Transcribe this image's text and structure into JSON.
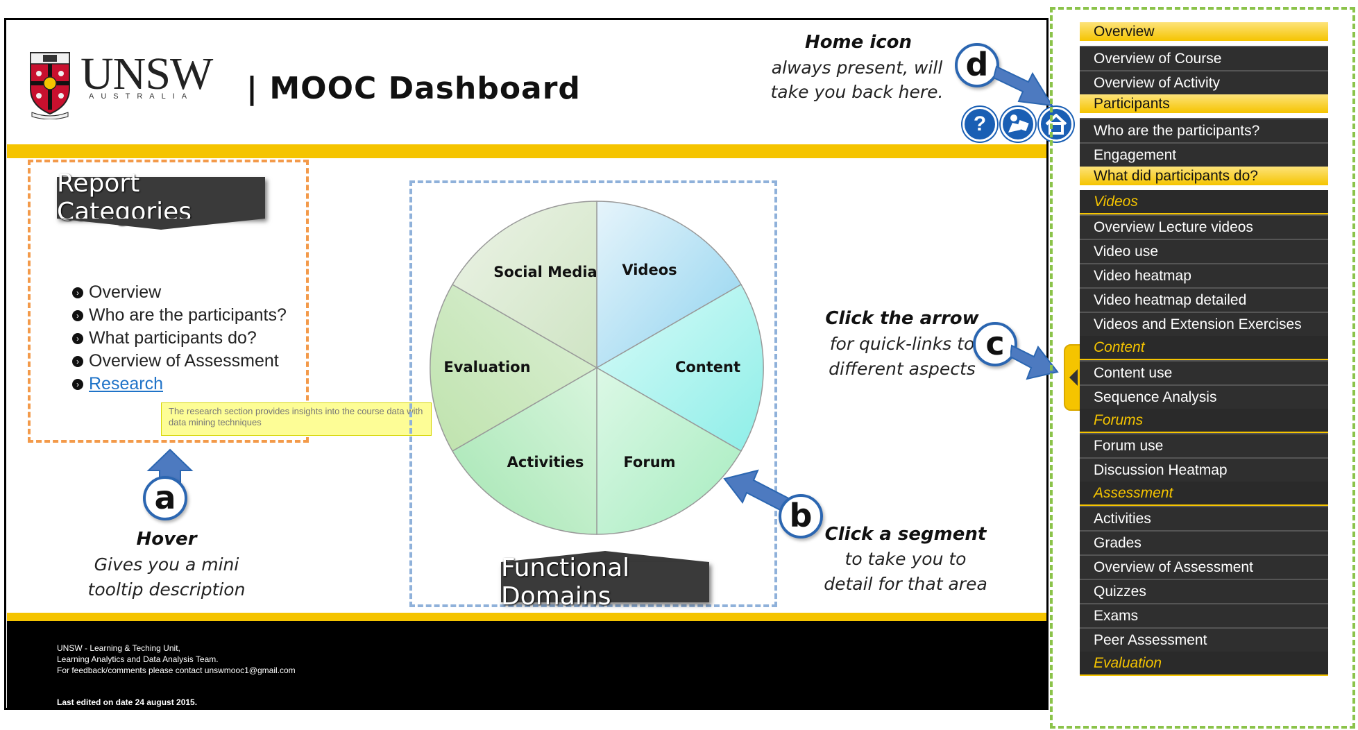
{
  "header": {
    "logo_word": "UNSW",
    "logo_sub": "AUSTRALIA",
    "title": "| MOOC Dashboard"
  },
  "report_categories": {
    "banner": "Report Categories",
    "items": [
      "Overview",
      "Who are the participants?",
      "What participants do?",
      "Overview of Assessment",
      "Research"
    ],
    "tooltip": "The research section provides insights into the course data with data mining techniques"
  },
  "functional_domains": {
    "banner": "Functional Domains",
    "segments": [
      "Social Media",
      "Videos",
      "Content",
      "Forum",
      "Activities",
      "Evaluation"
    ]
  },
  "callouts": {
    "a": {
      "letter": "a",
      "title": "Hover",
      "line1": "Gives you a mini",
      "line2": "tooltip description"
    },
    "b": {
      "letter": "b",
      "title": "Click a segment",
      "line1": "to take you to",
      "line2": "detail for that area"
    },
    "c": {
      "letter": "c",
      "title": "Click the arrow",
      "line1": "for quick-links to",
      "line2": "different aspects"
    },
    "d": {
      "letter": "d",
      "title": "Home icon",
      "line1": "always present, will",
      "line2": "take you back here."
    }
  },
  "header_icons": [
    "help-icon",
    "user-guide-icon",
    "home-icon"
  ],
  "footer": {
    "line1": "UNSW - Learning & Teching Unit,",
    "line2": "Learning Analytics and Data Analysis Team.",
    "line3": "For feedback/comments please contact unswmooc1@gmail.com",
    "edited": "Last edited on date 24 august 2015."
  },
  "side_menu": [
    {
      "type": "section",
      "label": "Overview"
    },
    {
      "type": "item",
      "label": "Overview of Course"
    },
    {
      "type": "item",
      "label": "Overview of Activity"
    },
    {
      "type": "section",
      "label": "Participants"
    },
    {
      "type": "item",
      "label": "Who are the participants?"
    },
    {
      "type": "item",
      "label": "Engagement"
    },
    {
      "type": "section",
      "label": "What did participants do?"
    },
    {
      "type": "sub",
      "label": "Videos"
    },
    {
      "type": "item",
      "label": "Overview Lecture videos"
    },
    {
      "type": "item",
      "label": "Video use"
    },
    {
      "type": "item",
      "label": "Video heatmap"
    },
    {
      "type": "item",
      "label": "Video heatmap detailed"
    },
    {
      "type": "item",
      "label": "Videos and Extension Exercises"
    },
    {
      "type": "sub",
      "label": "Content"
    },
    {
      "type": "item",
      "label": "Content use"
    },
    {
      "type": "item",
      "label": "Sequence Analysis"
    },
    {
      "type": "sub",
      "label": "Forums"
    },
    {
      "type": "item",
      "label": "Forum use"
    },
    {
      "type": "item",
      "label": "Discussion Heatmap"
    },
    {
      "type": "sub",
      "label": "Assessment"
    },
    {
      "type": "item",
      "label": "Activities"
    },
    {
      "type": "item",
      "label": "Grades"
    },
    {
      "type": "item",
      "label": "Overview of Assessment"
    },
    {
      "type": "item",
      "label": "Quizzes"
    },
    {
      "type": "item",
      "label": "Exams"
    },
    {
      "type": "item",
      "label": "Peer Assessment"
    },
    {
      "type": "sub",
      "label": "Evaluation"
    }
  ],
  "colors": {
    "accent_yellow": "#f5c400",
    "icon_blue": "#1a5fb4",
    "callout_a_border": "#f39a4a",
    "callout_b_border": "#8fb1da",
    "callout_d_border": "#8bc34a"
  }
}
